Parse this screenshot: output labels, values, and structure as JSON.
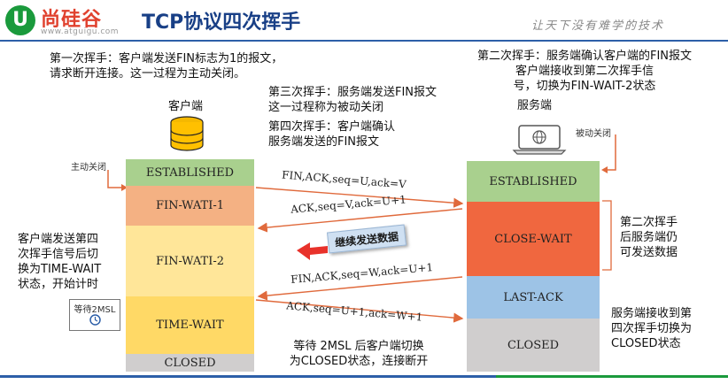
{
  "header": {
    "logo_letter": "U",
    "logo_name": "尚硅谷",
    "logo_url": "www.atguigu.com",
    "title": "TCP协议四次挥手",
    "slogan": "让天下没有难学的技术"
  },
  "client": {
    "label": "客户端",
    "active_close": "主动关闭",
    "states": [
      "ESTABLISHED",
      "FIN-WATI-1",
      "FIN-WATI-2",
      "TIME-WAIT",
      "CLOSED"
    ],
    "wait_label": "等待2MSL"
  },
  "server": {
    "label": "服务端",
    "passive_close": "被动关闭",
    "states": [
      "ESTABLISHED",
      "CLOSE-WAIT",
      "LAST-ACK",
      "CLOSED"
    ]
  },
  "messages": {
    "m1": "FIN,ACK,seq=U,ack=V",
    "m2": "ACK,seq=V,ack=U+1",
    "m3": "FIN,ACK,seq=W,ack=U+1",
    "m4": "ACK,seq=U+1,ack=W+1",
    "continue_send": "继续发送数据"
  },
  "notes": {
    "first_l1": "第一次挥手：客户端发送FIN标志为1的报文，",
    "first_l2": "请求断开连接。这一过程为主动关闭。",
    "second_l1": "第二次挥手：服务端确认客户端的FIN报文",
    "second_l2": "客户端接收到第二次挥手信",
    "second_l3": "号，切换为FIN-WAIT-2状态",
    "third_l1": "第三次挥手：服务端发送FIN报文",
    "third_l2": "这一过程称为被动关闭",
    "fourth_l1": "第四次挥手：客户端确认",
    "fourth_l2": "服务端发送的FIN报文",
    "client_side_l1": "客户端发送第四",
    "client_side_l2": "次挥手信号后切",
    "client_side_l3": "换为TIME-WAIT",
    "client_side_l4": "状态，开始计时",
    "server_side_l1": "第二次挥手",
    "server_side_l2": "后服务端仍",
    "server_side_l3": "可发送数据",
    "server_recv_l1": "服务端接收到第",
    "server_recv_l2": "四次挥手切换为",
    "server_recv_l3": "CLOSED状态",
    "bottom_l1": "等待 2MSL 后客户端切换",
    "bottom_l2": "为CLOSED状态，连接断开"
  },
  "colors": {
    "established": "#a9d08e",
    "fin_wait_1": "#f4b183",
    "fin_wait_2": "#ffe699",
    "time_wait": "#ffd966",
    "closed": "#d0cece",
    "close_wait": "#f0673f",
    "last_ack": "#9dc3e6",
    "arrow": "#e06a3c",
    "title": "#183f86",
    "brand_red": "#e0412e",
    "brand_green": "#1a9a3c"
  }
}
